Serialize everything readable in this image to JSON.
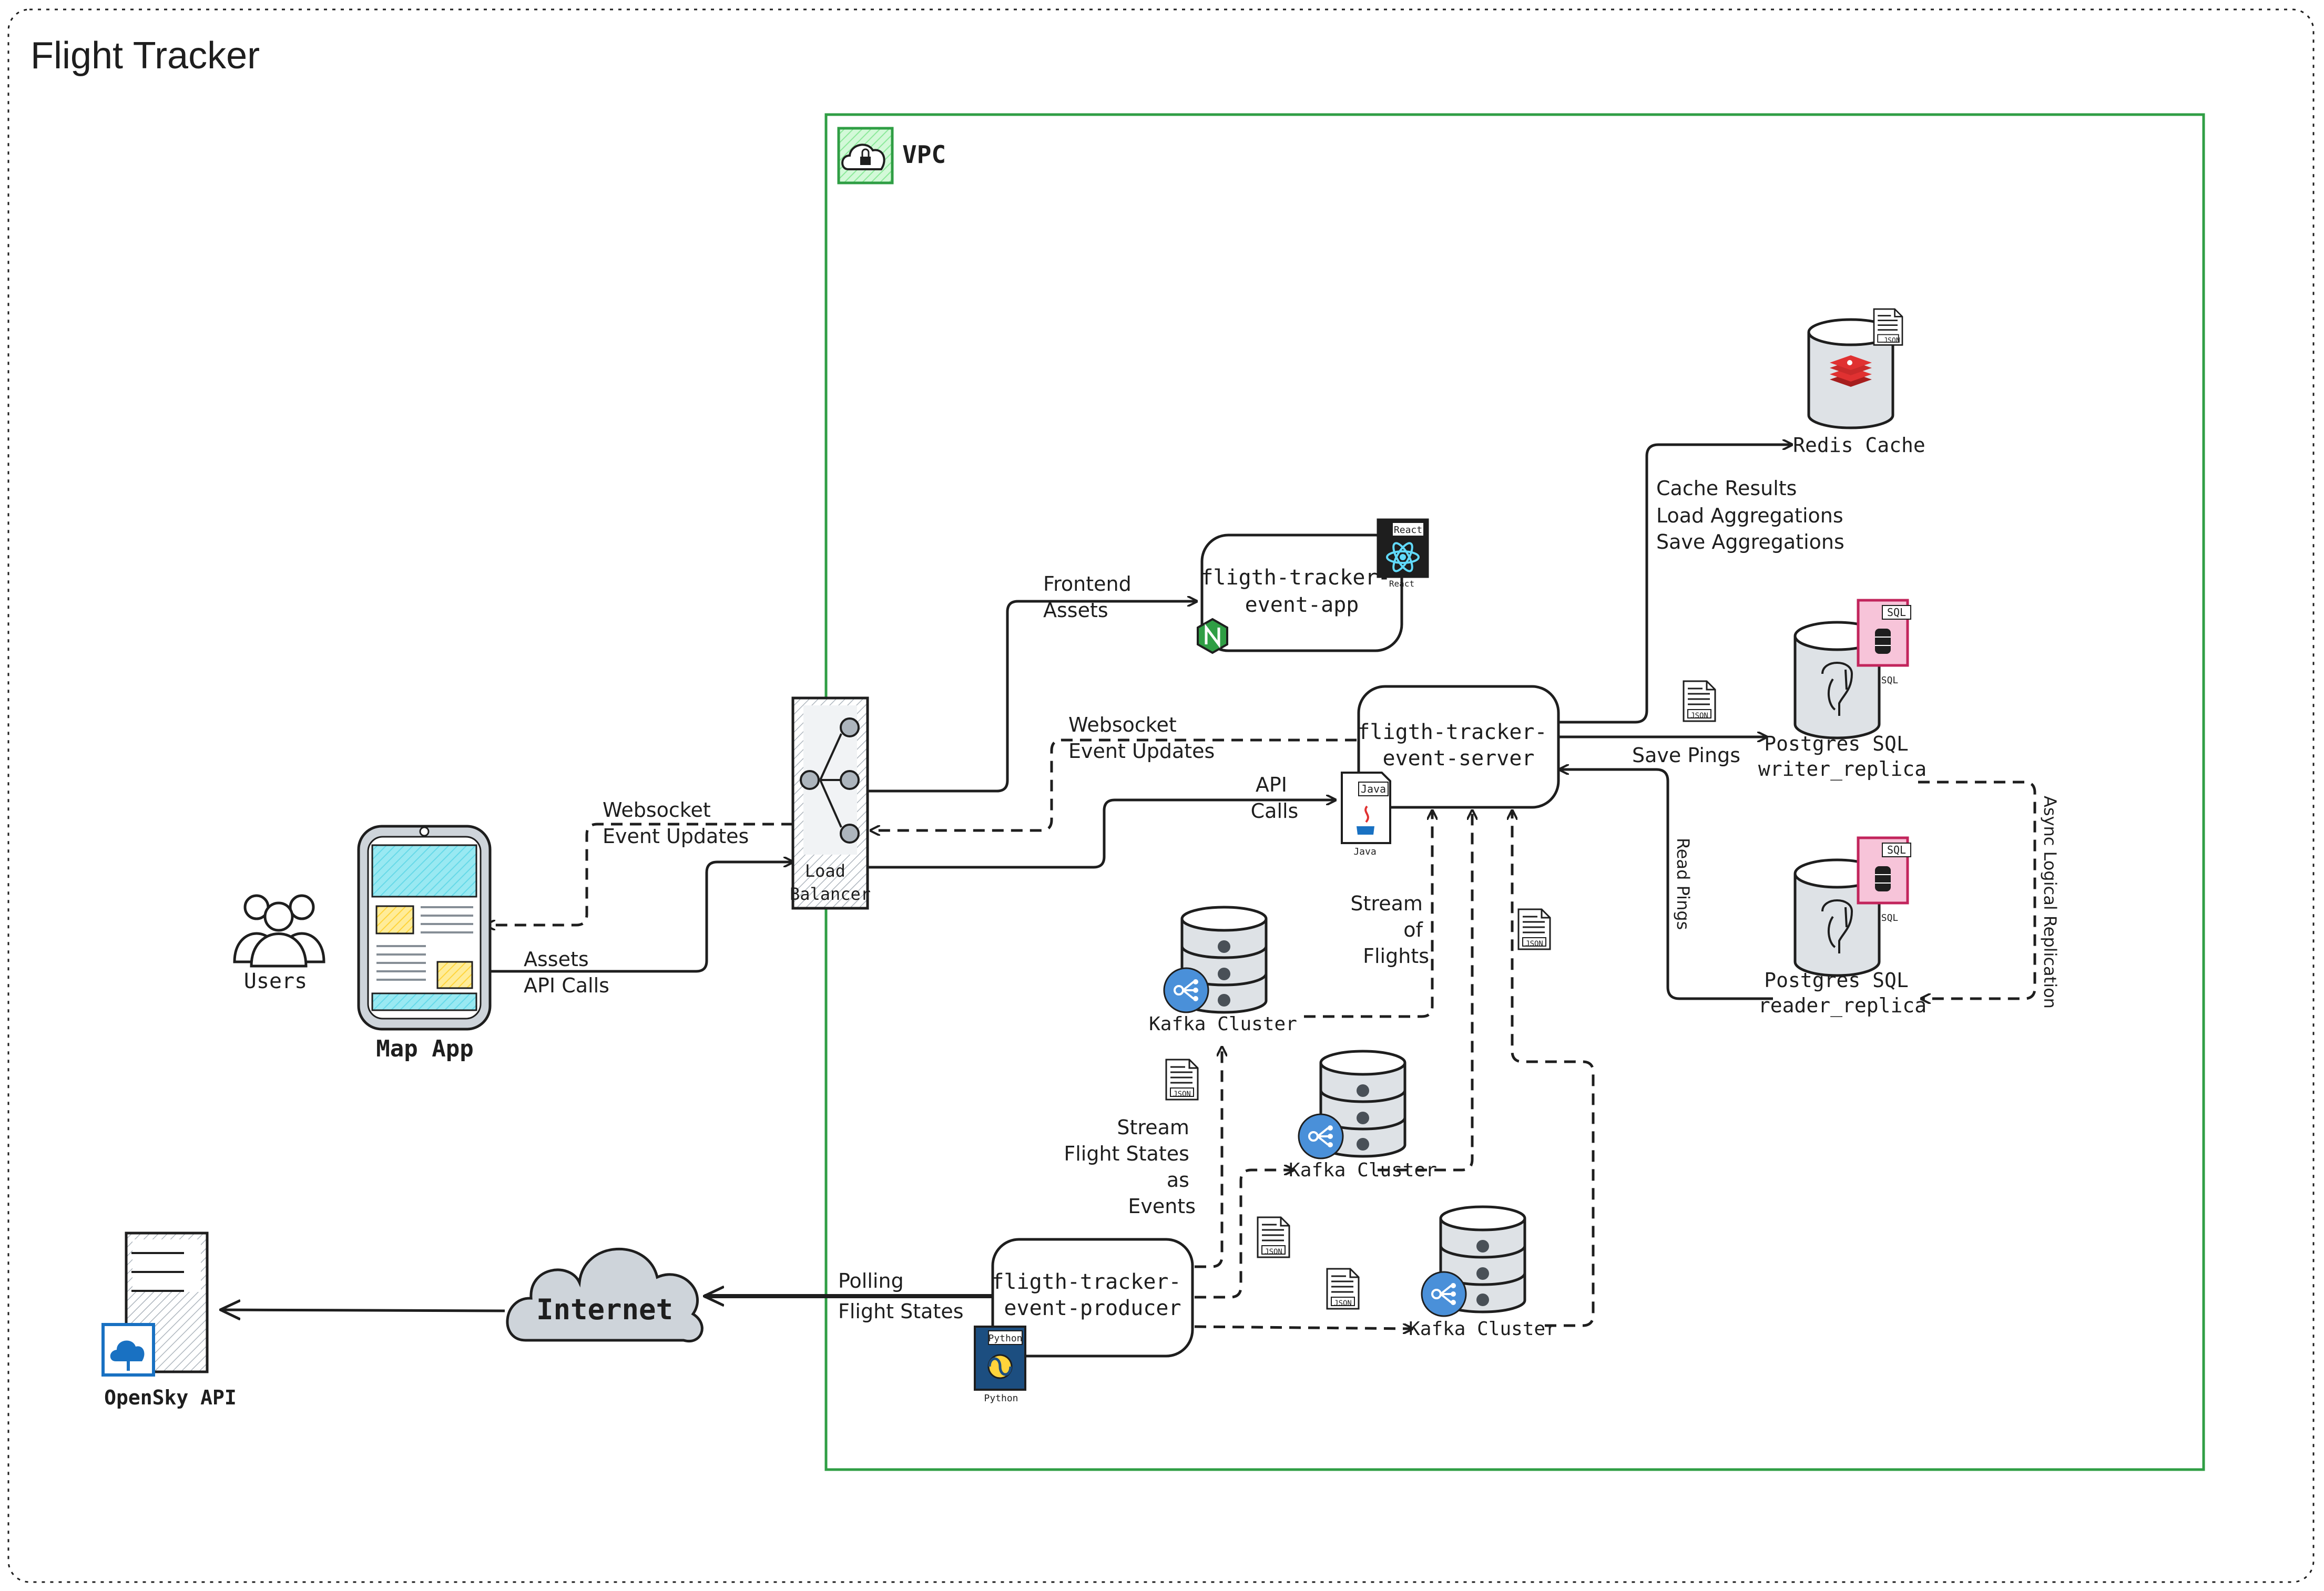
{
  "title": "Flight Tracker",
  "vpc": {
    "label": "VPC"
  },
  "nodes": {
    "users": "Users",
    "map_app": "Map App",
    "load_balancer": [
      "Load",
      "Balancer"
    ],
    "event_app": [
      "fligth-tracker-",
      "event-app"
    ],
    "event_server": [
      "fligth-tracker-",
      "event-server"
    ],
    "event_producer": [
      "fligth-tracker-",
      "event-producer"
    ],
    "redis": "Redis Cache",
    "pg_writer": [
      "Postgres SQL",
      "writer_replica"
    ],
    "pg_reader": [
      "Postgres SQL",
      "reader_replica"
    ],
    "kafka_1": "Kafka Cluster",
    "kafka_2": "Kafka Cluster",
    "kafka_3": "Kafka Cluster",
    "internet": "Internet",
    "opensky": "OpenSky API"
  },
  "badges": {
    "react_top": "React",
    "react_bottom": "React",
    "java_top": "Java",
    "java_bottom": "Java",
    "python_top": "Python",
    "python_bottom": "Python",
    "sql_writer": "SQL",
    "sql_writer_bottom": "SQL",
    "sql_reader": "SQL",
    "sql_reader_bottom": "SQL",
    "json": "JSON"
  },
  "edges": {
    "ws_lb_map": [
      "Websocket",
      "Event Updates"
    ],
    "assets_api": [
      "Assets",
      "API Calls"
    ],
    "frontend_assets": [
      "Frontend",
      "Assets"
    ],
    "ws_server_lb": [
      "Websocket",
      "Event Updates"
    ],
    "api_calls": [
      "API",
      "Calls"
    ],
    "cache": [
      "Cache Results",
      "Load Aggregations",
      "Save Aggregations"
    ],
    "save_pings": "Save Pings",
    "read_pings": "Read Pings",
    "async_repl": "Async Logical Replication",
    "stream_flights": [
      "Stream",
      "of",
      "Flights"
    ],
    "stream_states": [
      "Stream",
      "Flight States",
      "as",
      "Events"
    ],
    "polling": [
      "Polling",
      "Flight States"
    ]
  },
  "colors": {
    "stroke": "#1e1e1e",
    "vpc_border": "#2f9e44",
    "vpc_icon_fill": "#d3f9d8",
    "redis_red": "#e03131",
    "kafka_blue": "#4a90d9",
    "python_blue": "#1c4e80",
    "sql_pink": "#f7c4d9",
    "sql_border": "#c2255c",
    "cloud_fill": "#ced4da",
    "db_fill": "#dee2e6",
    "screen_cyan": "#99e9f2",
    "screen_yellow": "#ffec99",
    "nginx_green": "#2f9e44",
    "opensky_blue": "#1971c2"
  }
}
